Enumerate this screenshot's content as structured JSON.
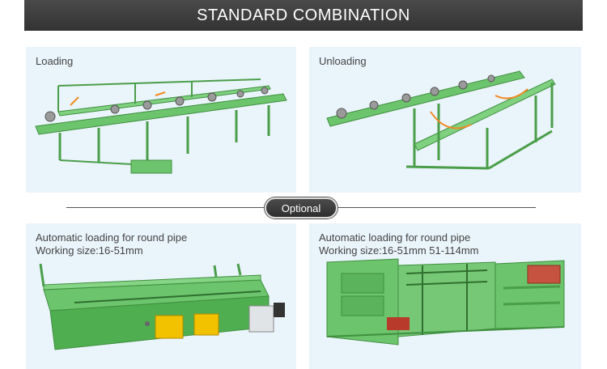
{
  "header": {
    "title": "STANDARD COMBINATION"
  },
  "panels": [
    {
      "label_lines": [
        "Loading"
      ]
    },
    {
      "label_lines": [
        "Unloading"
      ]
    },
    {
      "label_lines": [
        "Automatic loading for round pipe",
        "Working size:16-51mm"
      ]
    },
    {
      "label_lines": [
        "Automatic loading for round pipe",
        "Working size:16-51mm 51-114mm"
      ]
    }
  ],
  "divider": {
    "label": "Optional"
  },
  "colors": {
    "machine_green": "#5cb85c",
    "panel_bg": "#eaf4fb",
    "header_bg": "#3a3a3a",
    "warning_yellow": "#f2c200"
  }
}
